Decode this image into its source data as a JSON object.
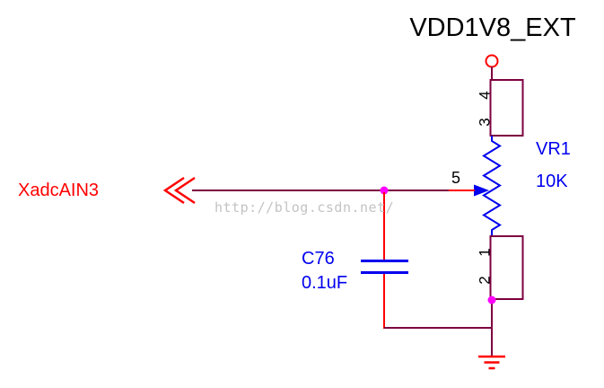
{
  "labels": {
    "power_net": "VDD1V8_EXT",
    "xadc_net": "XadcAIN3"
  },
  "potentiometer": {
    "ref": "VR1",
    "value": "10K",
    "pins": {
      "p5": "5",
      "p4": "4",
      "p3": "3",
      "p1": "1",
      "p2": "2"
    }
  },
  "capacitor": {
    "ref": "C76",
    "value": "0.1uF"
  },
  "watermark": {
    "text": "http://blog.csdn.net/"
  },
  "colors": {
    "wire_maroon": "#7D0040",
    "pin_red": "#FF0000",
    "part_blue": "#0000EE",
    "junction_magenta": "#FF00FF",
    "text_black": "#000000",
    "watermark_gray": "#C3C3C3"
  }
}
